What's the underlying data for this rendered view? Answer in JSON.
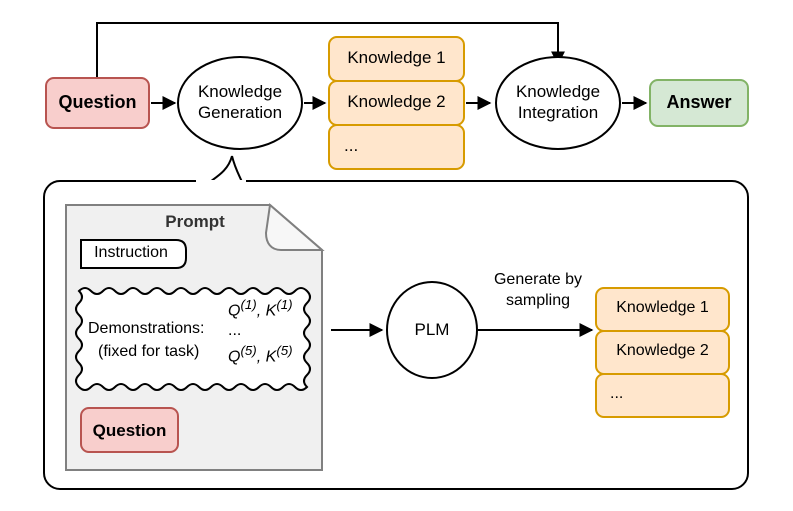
{
  "figure": {
    "type": "flow-diagram",
    "title": "Knowledge Generation and Integration pipeline"
  },
  "colors": {
    "question_fill": "#f8cecc",
    "question_stroke": "#b85450",
    "knowledge_fill": "#ffe6cc",
    "knowledge_stroke": "#d79b00",
    "answer_fill": "#d5e8d4",
    "answer_stroke": "#82b366",
    "prompt_fill": "#f0f0f0",
    "prompt_stroke": "#808080",
    "line": "#000000",
    "prompt_title": "#333333"
  },
  "top_flow": {
    "question_label": "Question",
    "knowledge_generation_line1": "Knowledge",
    "knowledge_generation_line2": "Generation",
    "knowledge_integration_line1": "Knowledge",
    "knowledge_integration_line2": "Integration",
    "answer_label": "Answer",
    "knowledge_items": [
      "Knowledge 1",
      "Knowledge 2",
      "..."
    ]
  },
  "detail_panel": {
    "prompt_title": "Prompt",
    "instruction_label": "Instruction",
    "demonstrations_line1": "Demonstrations:",
    "demonstrations_line2": "(fixed for task)",
    "examples": [
      "Q⁽¹⁾, K⁽¹⁾",
      "...",
      "Q⁽⁵⁾, K⁽⁵⁾"
    ],
    "example_first_q": "Q",
    "example_first_q_sup": "(1)",
    "example_first_k": "K",
    "example_first_k_sup": "(1)",
    "example_ellipsis": "...",
    "example_last_q": "Q",
    "example_last_q_sup": "(5)",
    "example_last_k": "K",
    "example_last_k_sup": "(5)",
    "question_label": "Question",
    "plm_label": "PLM",
    "edge_label_line1": "Generate by",
    "edge_label_line2": "sampling",
    "knowledge_items": [
      "Knowledge 1",
      "Knowledge 2",
      "..."
    ]
  }
}
